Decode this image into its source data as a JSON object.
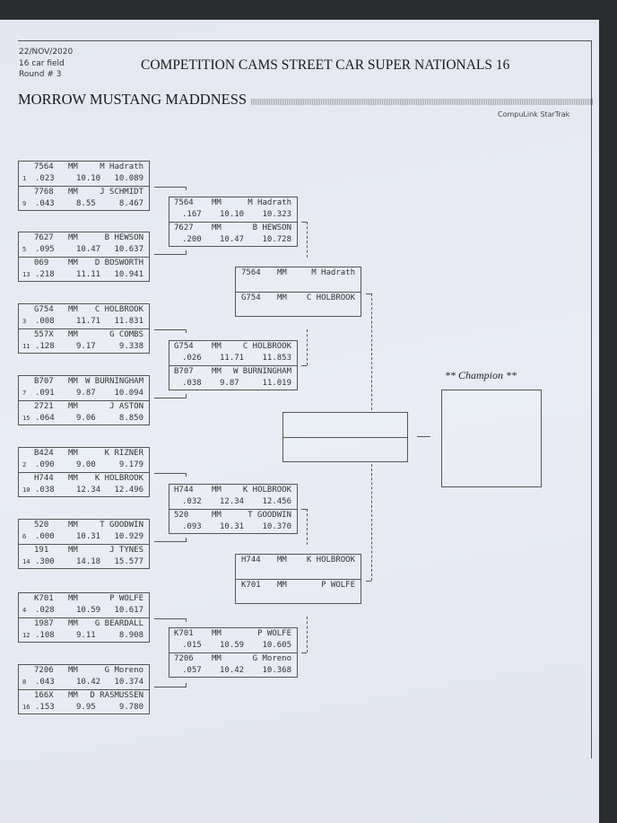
{
  "header": {
    "date": "22/NOV/2020",
    "field": "16 car field",
    "round": "Round # 3",
    "title": "COMPETITION CAMS STREET CAR SUPER NATIONALS 16",
    "event": "MORROW MUSTANG MADDNESS",
    "brand": "CompuLink StarTrak"
  },
  "round1": [
    [
      {
        "seed": "1",
        "car": "7564",
        "cls": "MM",
        "name": "M Hadrath",
        "rt": ".023",
        "dial": "10.10",
        "et": "10.089"
      },
      {
        "seed": "9",
        "car": "7768",
        "cls": "MM",
        "name": "J SCHMIDT",
        "rt": ".043",
        "dial": "8.55",
        "et": "8.467"
      }
    ],
    [
      {
        "seed": "5",
        "car": "7627",
        "cls": "MM",
        "name": "B HEWSON",
        "rt": ".095",
        "dial": "10.47",
        "et": "10.637"
      },
      {
        "seed": "13",
        "car": "069",
        "cls": "MM",
        "name": "D BOSWORTH",
        "rt": ".218",
        "dial": "11.11",
        "et": "10.941"
      }
    ],
    [
      {
        "seed": "3",
        "car": "G754",
        "cls": "MM",
        "name": "C HOLBROOK",
        "rt": ".008",
        "dial": "11.71",
        "et": "11.831"
      },
      {
        "seed": "11",
        "car": "557X",
        "cls": "MM",
        "name": "G COMBS",
        "rt": ".128",
        "dial": "9.17",
        "et": "9.338"
      }
    ],
    [
      {
        "seed": "7",
        "car": "B707",
        "cls": "MM",
        "name": "W BURNINGHAM",
        "rt": ".091",
        "dial": "9.87",
        "et": "10.094"
      },
      {
        "seed": "15",
        "car": "2721",
        "cls": "MM",
        "name": "J ASTON",
        "rt": ".064",
        "dial": "9.06",
        "et": "8.850"
      }
    ],
    [
      {
        "seed": "2",
        "car": "B424",
        "cls": "MM",
        "name": "K RIZNER",
        "rt": ".090",
        "dial": "9.00",
        "et": "9.179"
      },
      {
        "seed": "10",
        "car": "H744",
        "cls": "MM",
        "name": "K HOLBROOK",
        "rt": ".038",
        "dial": "12.34",
        "et": "12.496"
      }
    ],
    [
      {
        "seed": "6",
        "car": "520",
        "cls": "MM",
        "name": "T GOODWIN",
        "rt": ".000",
        "dial": "10.31",
        "et": "10.929"
      },
      {
        "seed": "14",
        "car": "191",
        "cls": "MM",
        "name": "J TYNES",
        "rt": ".300",
        "dial": "14.18",
        "et": "15.577"
      }
    ],
    [
      {
        "seed": "4",
        "car": "K701",
        "cls": "MM",
        "name": "P WOLFE",
        "rt": ".028",
        "dial": "10.59",
        "et": "10.617"
      },
      {
        "seed": "12",
        "car": "1987",
        "cls": "MM",
        "name": "G BEARDALL",
        "rt": ".108",
        "dial": "9.11",
        "et": "8.908"
      }
    ],
    [
      {
        "seed": "8",
        "car": "7206",
        "cls": "MM",
        "name": "G Moreno",
        "rt": ".043",
        "dial": "10.42",
        "et": "10.374"
      },
      {
        "seed": "16",
        "car": "166X",
        "cls": "MM",
        "name": "D RASMUSSEN",
        "rt": ".153",
        "dial": "9.95",
        "et": "9.780"
      }
    ]
  ],
  "round2": [
    [
      {
        "car": "7564",
        "cls": "MM",
        "name": "M Hadrath",
        "rt": ".167",
        "dial": "10.10",
        "et": "10.323"
      },
      {
        "car": "7627",
        "cls": "MM",
        "name": "B HEWSON",
        "rt": ".200",
        "dial": "10.47",
        "et": "10.728"
      }
    ],
    [
      {
        "car": "G754",
        "cls": "MM",
        "name": "C HOLBROOK",
        "rt": ".026",
        "dial": "11.71",
        "et": "11.853"
      },
      {
        "car": "B707",
        "cls": "MM",
        "name": "W BURNINGHAM",
        "rt": ".038",
        "dial": "9.87",
        "et": "11.019"
      }
    ],
    [
      {
        "car": "H744",
        "cls": "MM",
        "name": "K HOLBROOK",
        "rt": ".032",
        "dial": "12.34",
        "et": "12.456"
      },
      {
        "car": "520",
        "cls": "MM",
        "name": "T GOODWIN",
        "rt": ".093",
        "dial": "10.31",
        "et": "10.370"
      }
    ],
    [
      {
        "car": "K701",
        "cls": "MM",
        "name": "P WOLFE",
        "rt": ".015",
        "dial": "10.59",
        "et": "10.605"
      },
      {
        "car": "7206",
        "cls": "MM",
        "name": "G Moreno",
        "rt": ".057",
        "dial": "10.42",
        "et": "10.368"
      }
    ]
  ],
  "round3": [
    [
      {
        "car": "7564",
        "cls": "MM",
        "name": "M Hadrath"
      },
      {
        "car": "G754",
        "cls": "MM",
        "name": "C HOLBROOK"
      }
    ],
    [
      {
        "car": "H744",
        "cls": "MM",
        "name": "K HOLBROOK"
      },
      {
        "car": "K701",
        "cls": "MM",
        "name": "P WOLFE"
      }
    ]
  ],
  "champion_label": "** Champion **"
}
